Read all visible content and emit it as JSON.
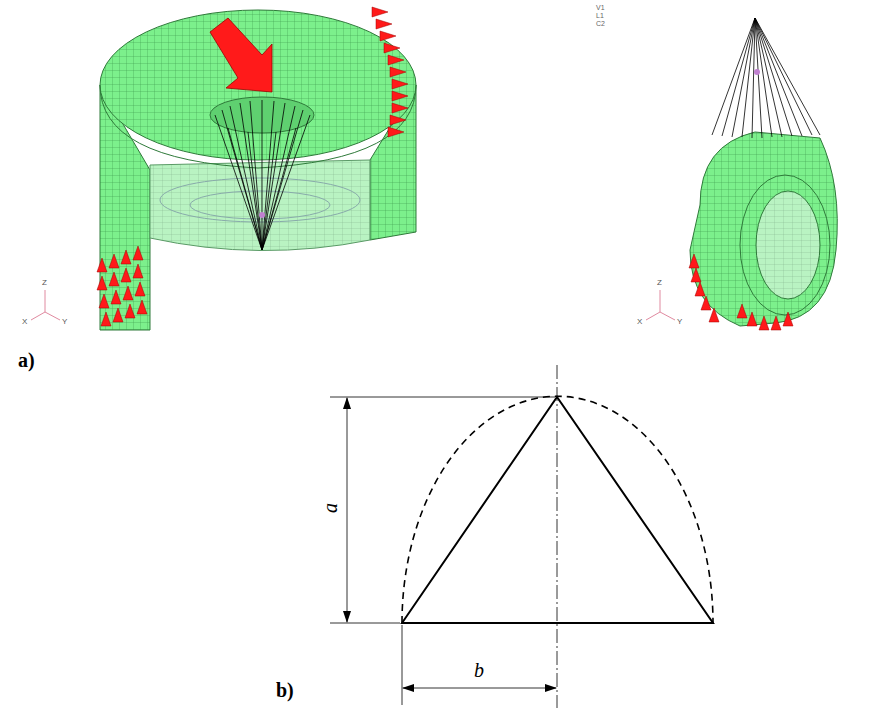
{
  "diagram": {
    "labels": [
      "V1",
      "L1",
      "C2",
      "Z",
      "X",
      "Y",
      "Z",
      "X",
      "Y",
      "a)",
      "b)",
      "a",
      "b"
    ]
  }
}
